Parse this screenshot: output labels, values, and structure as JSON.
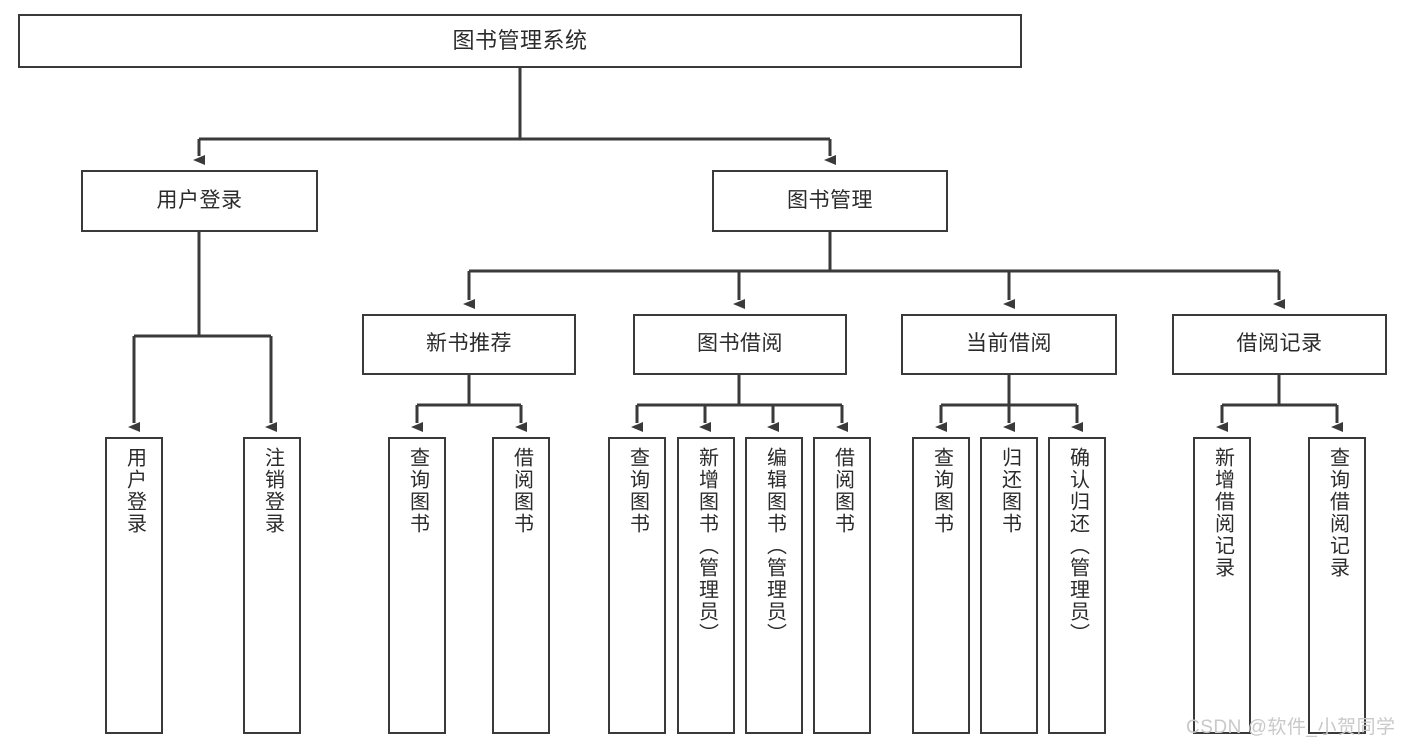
{
  "diagram": {
    "type": "tree",
    "title": "图书管理系统",
    "orientation": "top-down",
    "stroke_color": "#3a3a3a",
    "text_color": "#2b2b2b",
    "background_color": "#ffffff"
  },
  "root": {
    "label": "图书管理系统"
  },
  "level2": [
    {
      "label": "用户登录"
    },
    {
      "label": "图书管理"
    }
  ],
  "level3": [
    {
      "label": "新书推荐"
    },
    {
      "label": "图书借阅"
    },
    {
      "label": "当前借阅"
    },
    {
      "label": "借阅记录"
    }
  ],
  "leaves": {
    "user_login": [
      {
        "label": "用户登录"
      },
      {
        "label": "注销登录"
      }
    ],
    "new_book_recommend": [
      {
        "label": "查询图书"
      },
      {
        "label": "借阅图书"
      }
    ],
    "book_borrow": [
      {
        "label": "查询图书"
      },
      {
        "label": "新增图书（管理员）"
      },
      {
        "label": "编辑图书（管理员）"
      },
      {
        "label": "借阅图书"
      }
    ],
    "current_borrow": [
      {
        "label": "查询图书"
      },
      {
        "label": "归还图书"
      },
      {
        "label": "确认归还（管理员）"
      }
    ],
    "borrow_record": [
      {
        "label": "新增借阅记录"
      },
      {
        "label": "查询借阅记录"
      }
    ]
  },
  "watermark": {
    "text": "CSDN @软件_小贺同学"
  }
}
